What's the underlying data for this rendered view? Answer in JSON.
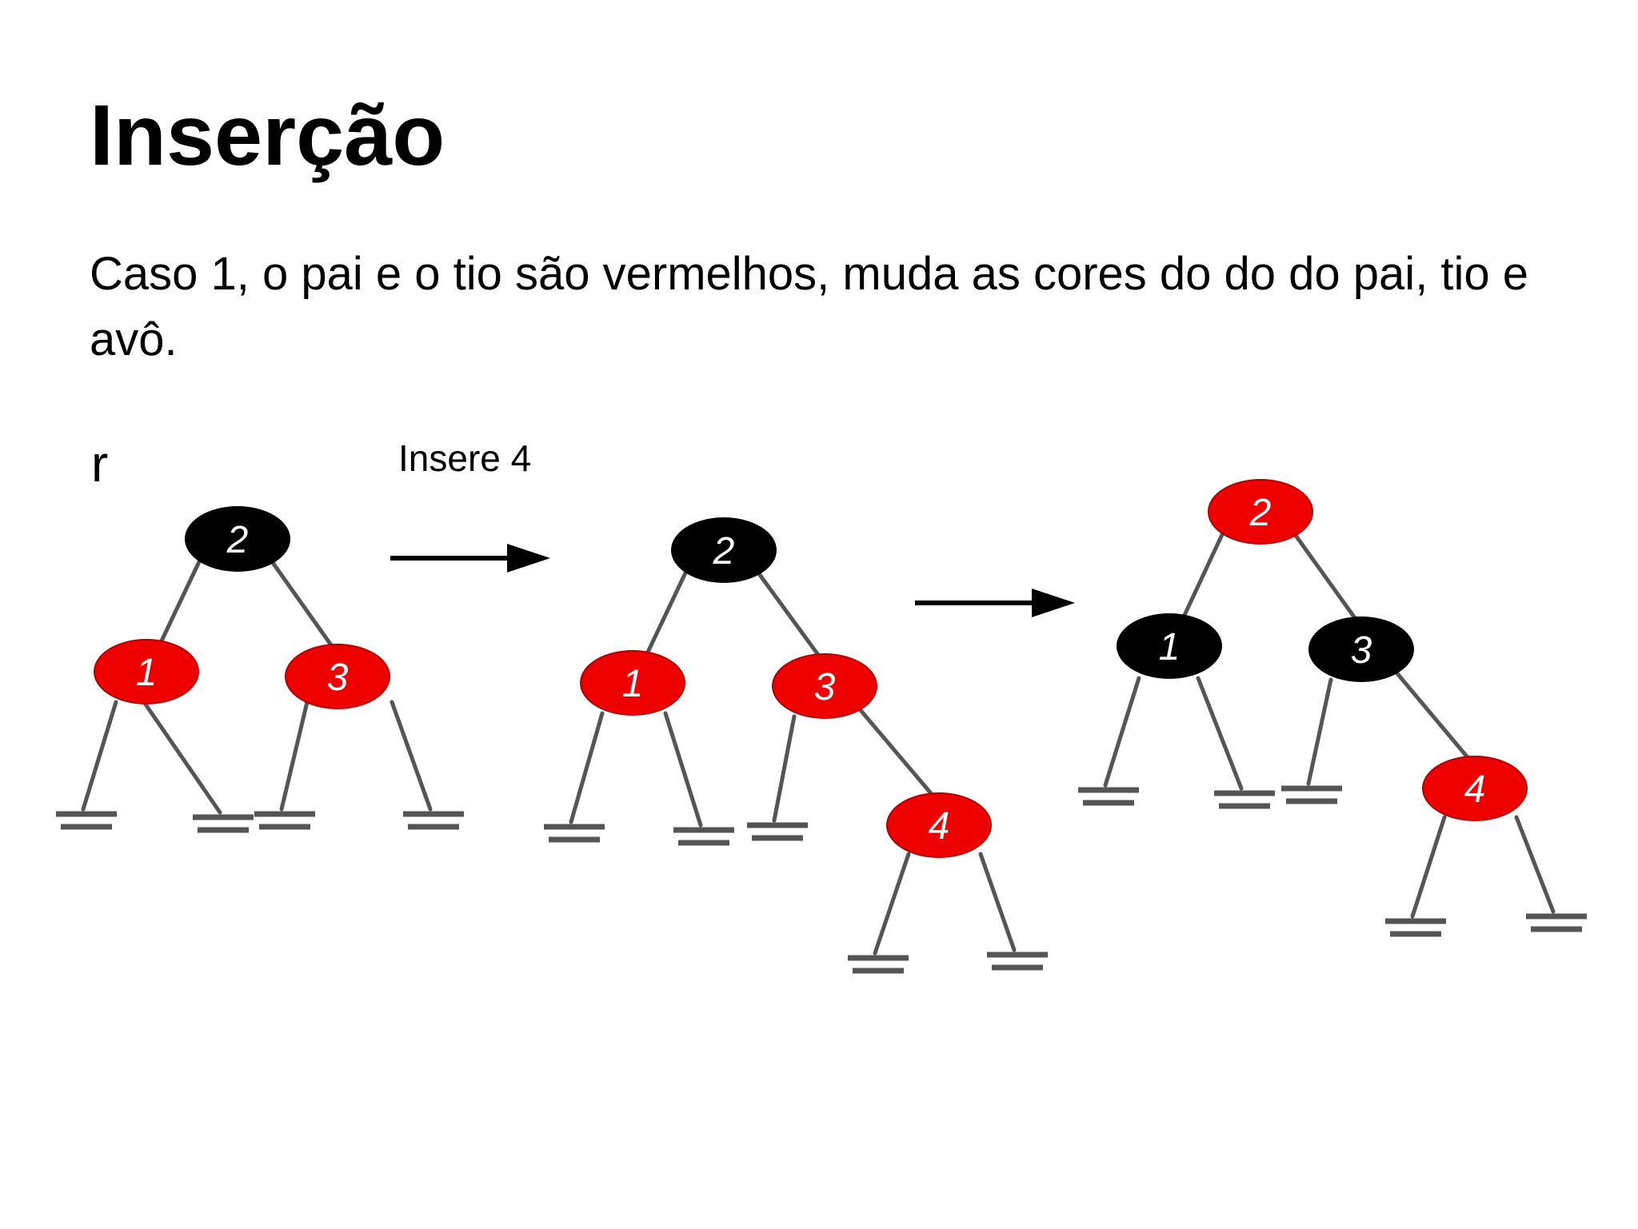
{
  "slide": {
    "title": "Inserção",
    "body": "Caso 1, o pai e o tio são vermelhos, muda as cores do do do pai, tio e avô.",
    "root_label": "r",
    "arrow_label": "Insere 4"
  },
  "colors": {
    "red_node": "#ee0000",
    "black_node": "#000000",
    "edge": "#555555",
    "node_text": "#ffffff"
  },
  "trees": [
    {
      "name": "before",
      "nodes": [
        {
          "key": "2",
          "color": "black"
        },
        {
          "key": "1",
          "color": "red"
        },
        {
          "key": "3",
          "color": "red"
        }
      ]
    },
    {
      "name": "after-insert",
      "nodes": [
        {
          "key": "2",
          "color": "black"
        },
        {
          "key": "1",
          "color": "red"
        },
        {
          "key": "3",
          "color": "red"
        },
        {
          "key": "4",
          "color": "red"
        }
      ]
    },
    {
      "name": "after-recolor",
      "nodes": [
        {
          "key": "2",
          "color": "red"
        },
        {
          "key": "1",
          "color": "black"
        },
        {
          "key": "3",
          "color": "black"
        },
        {
          "key": "4",
          "color": "red"
        }
      ]
    }
  ]
}
